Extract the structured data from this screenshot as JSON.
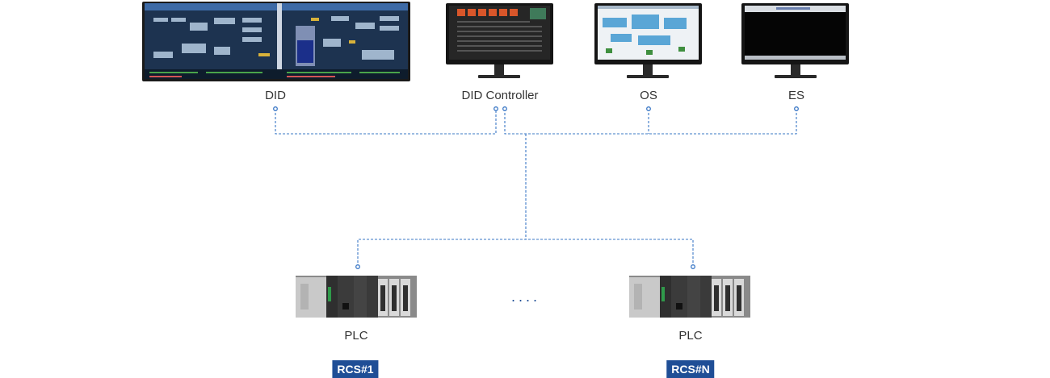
{
  "nodes": {
    "did": "DID",
    "did_controller": "DID Controller",
    "os": "OS",
    "es": "ES",
    "plc1": "PLC",
    "plc2": "PLC",
    "rcs1": "RCS#1",
    "rcsn": "RCS#N",
    "ellipsis": "...."
  },
  "colors": {
    "connector": "#3b78c6",
    "badge": "#1f4e96"
  }
}
